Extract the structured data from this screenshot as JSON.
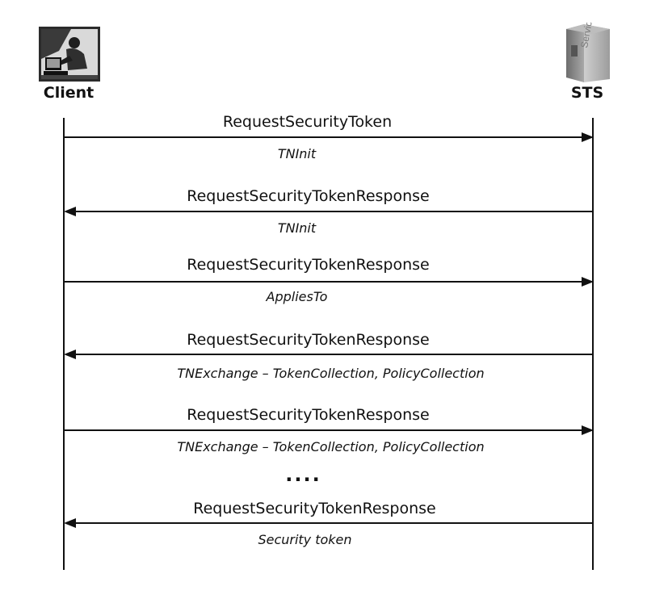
{
  "actors": {
    "client": {
      "label": "Client",
      "icon": "person-at-computer-icon"
    },
    "sts": {
      "label": "STS",
      "icon": "server-icon",
      "icon_text": "Service"
    }
  },
  "messages": [
    {
      "label": "RequestSecurityToken",
      "note": "TNInit",
      "direction": "client-to-sts"
    },
    {
      "label": "RequestSecurityTokenResponse",
      "note": "TNInit",
      "direction": "sts-to-client"
    },
    {
      "label": "RequestSecurityTokenResponse",
      "note": "AppliesTo",
      "direction": "client-to-sts"
    },
    {
      "label": "RequestSecurityTokenResponse",
      "note": "TNExchange – TokenCollection, PolicyCollection",
      "direction": "sts-to-client"
    },
    {
      "label": "RequestSecurityTokenResponse",
      "note": "TNExchange – TokenCollection, PolicyCollection",
      "direction": "client-to-sts"
    },
    {
      "label": "RequestSecurityTokenResponse",
      "note": "Security token",
      "direction": "sts-to-client"
    }
  ],
  "ellipsis": "....",
  "colors": {
    "line": "#111111",
    "server": "#8c8c8c",
    "icon_dark": "#2b2b2b"
  }
}
